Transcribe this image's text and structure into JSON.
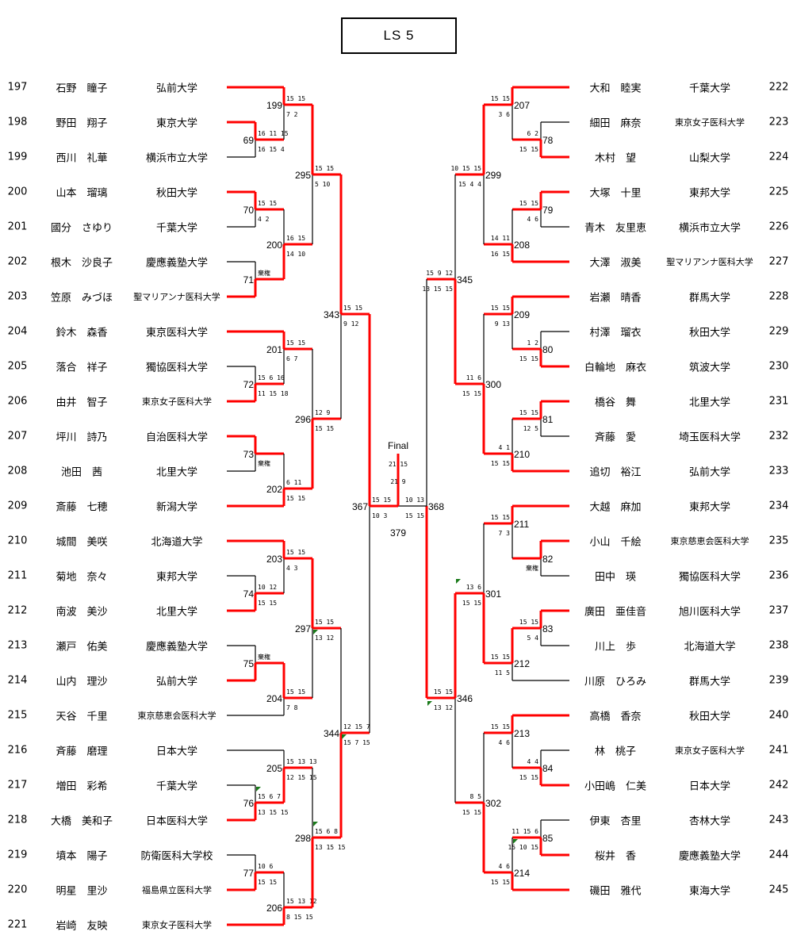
{
  "title": "LS 5",
  "final": {
    "label": "Final",
    "scores_top": "21 15",
    "scores_bottom": "21 9",
    "match_no": "379"
  },
  "players_left": [
    {
      "no": "197",
      "name": "石野　瞳子",
      "school": "弘前大学",
      "match": "199",
      "slot": "top"
    },
    {
      "no": "198",
      "name": "野田　翔子",
      "school": "東京大学",
      "match": "69",
      "slot": "top"
    },
    {
      "no": "199",
      "name": "西川　礼華",
      "school": "横浜市立大学",
      "match": "69",
      "slot": "bottom"
    },
    {
      "no": "200",
      "name": "山本　瑠璃",
      "school": "秋田大学",
      "match": "70",
      "slot": "top"
    },
    {
      "no": "201",
      "name": "國分　さゆり",
      "school": "千葉大学",
      "match": "70",
      "slot": "bottom"
    },
    {
      "no": "202",
      "name": "根木　沙良子",
      "school": "慶應義塾大学",
      "match": "71",
      "slot": "top"
    },
    {
      "no": "203",
      "name": "笠原　みづほ",
      "school": "聖マリアンナ医科大学",
      "match": "71",
      "slot": "bottom"
    },
    {
      "no": "204",
      "name": "鈴木　森香",
      "school": "東京医科大学",
      "match": "201",
      "slot": "top"
    },
    {
      "no": "205",
      "name": "落合　祥子",
      "school": "獨協医科大学",
      "match": "72",
      "slot": "top"
    },
    {
      "no": "206",
      "name": "由井　智子",
      "school": "東京女子医科大学",
      "match": "72",
      "slot": "bottom"
    },
    {
      "no": "207",
      "name": "坪川　詩乃",
      "school": "自治医科大学",
      "match": "73",
      "slot": "top"
    },
    {
      "no": "208",
      "name": "池田　茜",
      "school": "北里大学",
      "match": "73",
      "slot": "bottom"
    },
    {
      "no": "209",
      "name": "斎藤　七穂",
      "school": "新潟大学",
      "match": "202",
      "slot": "bottom"
    },
    {
      "no": "210",
      "name": "城間　美咲",
      "school": "北海道大学",
      "match": "203",
      "slot": "top"
    },
    {
      "no": "211",
      "name": "菊地　奈々",
      "school": "東邦大学",
      "match": "74",
      "slot": "top"
    },
    {
      "no": "212",
      "name": "南波　美沙",
      "school": "北里大学",
      "match": "74",
      "slot": "bottom"
    },
    {
      "no": "213",
      "name": "瀬戸　佑美",
      "school": "慶應義塾大学",
      "match": "75",
      "slot": "top"
    },
    {
      "no": "214",
      "name": "山内　理沙",
      "school": "弘前大学",
      "match": "75",
      "slot": "bottom"
    },
    {
      "no": "215",
      "name": "天谷　千里",
      "school": "東京慈恵会医科大学",
      "match": "204",
      "slot": "bottom"
    },
    {
      "no": "216",
      "name": "斉藤　磨理",
      "school": "日本大学",
      "match": "205",
      "slot": "top"
    },
    {
      "no": "217",
      "name": "増田　彩希",
      "school": "千葉大学",
      "match": "76",
      "slot": "top"
    },
    {
      "no": "218",
      "name": "大橋　美和子",
      "school": "日本医科大学",
      "match": "76",
      "slot": "bottom"
    },
    {
      "no": "219",
      "name": "墳本　陽子",
      "school": "防衛医科大学校",
      "match": "77",
      "slot": "top"
    },
    {
      "no": "220",
      "name": "明星　里沙",
      "school": "福島県立医科大学",
      "match": "77",
      "slot": "bottom"
    },
    {
      "no": "221",
      "name": "岩崎　友映",
      "school": "東京女子医科大学",
      "match": "206",
      "slot": "bottom"
    }
  ],
  "players_right": [
    {
      "no": "222",
      "name": "大和　睦実",
      "school": "千葉大学",
      "match": "207",
      "slot": "top"
    },
    {
      "no": "223",
      "name": "細田　麻奈",
      "school": "東京女子医科大学",
      "match": "78",
      "slot": "top"
    },
    {
      "no": "224",
      "name": "木村　望",
      "school": "山梨大学",
      "match": "78",
      "slot": "bottom"
    },
    {
      "no": "225",
      "name": "大塚　十里",
      "school": "東邦大学",
      "match": "79",
      "slot": "top"
    },
    {
      "no": "226",
      "name": "青木　友里恵",
      "school": "横浜市立大学",
      "match": "79",
      "slot": "bottom"
    },
    {
      "no": "227",
      "name": "大澤　淑美",
      "school": "聖マリアンナ医科大学",
      "match": "208",
      "slot": "bottom"
    },
    {
      "no": "228",
      "name": "岩瀬　晴香",
      "school": "群馬大学",
      "match": "209",
      "slot": "top"
    },
    {
      "no": "229",
      "name": "村澤　瑠衣",
      "school": "秋田大学",
      "match": "80",
      "slot": "top"
    },
    {
      "no": "230",
      "name": "白輪地　麻衣",
      "school": "筑波大学",
      "match": "80",
      "slot": "bottom"
    },
    {
      "no": "231",
      "name": "橋谷　舞",
      "school": "北里大学",
      "match": "81",
      "slot": "top"
    },
    {
      "no": "232",
      "name": "斉藤　愛",
      "school": "埼玉医科大学",
      "match": "81",
      "slot": "bottom"
    },
    {
      "no": "233",
      "name": "追切　裕江",
      "school": "弘前大学",
      "match": "210",
      "slot": "bottom"
    },
    {
      "no": "234",
      "name": "大越　麻加",
      "school": "東邦大学",
      "match": "211",
      "slot": "top"
    },
    {
      "no": "235",
      "name": "小山　千絵",
      "school": "東京慈恵会医科大学",
      "match": "82",
      "slot": "top"
    },
    {
      "no": "236",
      "name": "田中　瑛",
      "school": "獨協医科大学",
      "match": "82",
      "slot": "bottom"
    },
    {
      "no": "237",
      "name": "廣田　亜佳音",
      "school": "旭川医科大学",
      "match": "83",
      "slot": "top"
    },
    {
      "no": "238",
      "name": "川上　歩",
      "school": "北海道大学",
      "match": "83",
      "slot": "bottom"
    },
    {
      "no": "239",
      "name": "川原　ひろみ",
      "school": "群馬大学",
      "match": "212",
      "slot": "bottom"
    },
    {
      "no": "240",
      "name": "高橋　香奈",
      "school": "秋田大学",
      "match": "213",
      "slot": "top"
    },
    {
      "no": "241",
      "name": "林　桃子",
      "school": "東京女子医科大学",
      "match": "84",
      "slot": "top"
    },
    {
      "no": "242",
      "name": "小田嶋　仁美",
      "school": "日本大学",
      "match": "84",
      "slot": "bottom"
    },
    {
      "no": "243",
      "name": "伊東　杏里",
      "school": "杏林大学",
      "match": "85",
      "slot": "top"
    },
    {
      "no": "244",
      "name": "桜井　香",
      "school": "慶應義塾大学",
      "match": "85",
      "slot": "bottom"
    },
    {
      "no": "245",
      "name": "磯田　雅代",
      "school": "東海大学",
      "match": "214",
      "slot": "bottom"
    }
  ],
  "matches": {
    "69": {
      "top": "16 11 15",
      "bottom": "16 15 4",
      "winner": "top"
    },
    "199": {
      "top": "15 15",
      "bottom": "7 2",
      "winner": "top"
    },
    "70": {
      "top": "15 15",
      "bottom": "4 2",
      "winner": "top"
    },
    "71": {
      "top": "棄権",
      "bottom": "",
      "winner": "bottom"
    },
    "200": {
      "top": "16 15",
      "bottom": "14 10",
      "winner": "bottom"
    },
    "295": {
      "top": "15 15",
      "bottom": "5 10",
      "winner": "top"
    },
    "72": {
      "top": "15 6 16",
      "bottom": "11 15 18",
      "winner": "bottom"
    },
    "201": {
      "top": "15 15",
      "bottom": "6 7",
      "winner": "top"
    },
    "73": {
      "top": "",
      "bottom": "棄権",
      "winner": "top"
    },
    "202": {
      "top": "6 11",
      "bottom": "15 15",
      "winner": "bottom"
    },
    "296": {
      "top": "12 9",
      "bottom": "15 15",
      "winner": "bottom"
    },
    "343": {
      "top": "15 15",
      "bottom": "9 12",
      "winner": "top"
    },
    "74": {
      "top": "10 12",
      "bottom": "15 15",
      "winner": "bottom"
    },
    "203": {
      "top": "15 15",
      "bottom": "4 3",
      "winner": "top"
    },
    "75": {
      "top": "棄権",
      "bottom": "",
      "winner": "bottom"
    },
    "204": {
      "top": "15 15",
      "bottom": "7 8",
      "winner": "top"
    },
    "297": {
      "top": "15 15",
      "bottom": "13 12",
      "winner": "top"
    },
    "76": {
      "top": "15 6 7",
      "bottom": "13 15 15",
      "winner": "bottom"
    },
    "205": {
      "top": "15 13 13",
      "bottom": "12 15 15",
      "winner": "bottom"
    },
    "77": {
      "top": "10 6",
      "bottom": "15 15",
      "winner": "bottom"
    },
    "206": {
      "top": "15 13 12",
      "bottom": "8 15 15",
      "winner": "bottom"
    },
    "298": {
      "top": "15 6 8",
      "bottom": "13 15 15",
      "winner": "bottom"
    },
    "344": {
      "top": "12 15 7",
      "bottom": "15 7 15",
      "winner": "bottom"
    },
    "367": {
      "top": "15 15",
      "bottom": "10 3",
      "winner": "top"
    },
    "78": {
      "top": "6 2",
      "bottom": "15 15",
      "winner": "bottom"
    },
    "207": {
      "top": "15 15",
      "bottom": "3 6",
      "winner": "top"
    },
    "79": {
      "top": "15 15",
      "bottom": "4 6",
      "winner": "top"
    },
    "208": {
      "top": "14 11",
      "bottom": "16 15",
      "winner": "bottom"
    },
    "299": {
      "top": "10 15 15",
      "bottom": "15 4 4",
      "winner": "top"
    },
    "80": {
      "top": "1 2",
      "bottom": "15 15",
      "winner": "bottom"
    },
    "209": {
      "top": "15 15",
      "bottom": "9 13",
      "winner": "top"
    },
    "81": {
      "top": "15 15",
      "bottom": "12 5",
      "winner": "top"
    },
    "210": {
      "top": "4 1",
      "bottom": "15 15",
      "winner": "bottom"
    },
    "300": {
      "top": "11 6",
      "bottom": "15 15",
      "winner": "bottom"
    },
    "345": {
      "top": "15 9 12",
      "bottom": "13 15 15",
      "winner": "bottom"
    },
    "82": {
      "top": "",
      "bottom": "棄権",
      "winner": "top"
    },
    "211": {
      "top": "15 15",
      "bottom": "7 3",
      "winner": "top"
    },
    "83": {
      "top": "15 15",
      "bottom": "5 4",
      "winner": "top"
    },
    "212": {
      "top": "15 15",
      "bottom": "11 5",
      "winner": "top"
    },
    "301": {
      "top": "13 6",
      "bottom": "15 15",
      "winner": "bottom"
    },
    "84": {
      "top": "4 4",
      "bottom": "15 15",
      "winner": "bottom"
    },
    "213": {
      "top": "15 15",
      "bottom": "4 6",
      "winner": "top"
    },
    "85": {
      "top": "11 15 6",
      "bottom": "15 10 15",
      "winner": "bottom"
    },
    "214": {
      "top": "4 6",
      "bottom": "15 15",
      "winner": "bottom"
    },
    "302": {
      "top": "8 5",
      "bottom": "15 15",
      "winner": "bottom"
    },
    "346": {
      "top": "15 15",
      "bottom": "13 12",
      "winner": "top"
    },
    "368": {
      "top": "10 13",
      "bottom": "15 15",
      "winner": "bottom"
    }
  },
  "colors": {
    "win": "#ff0000",
    "line": "#000000",
    "marker": "#1a7a1a"
  }
}
